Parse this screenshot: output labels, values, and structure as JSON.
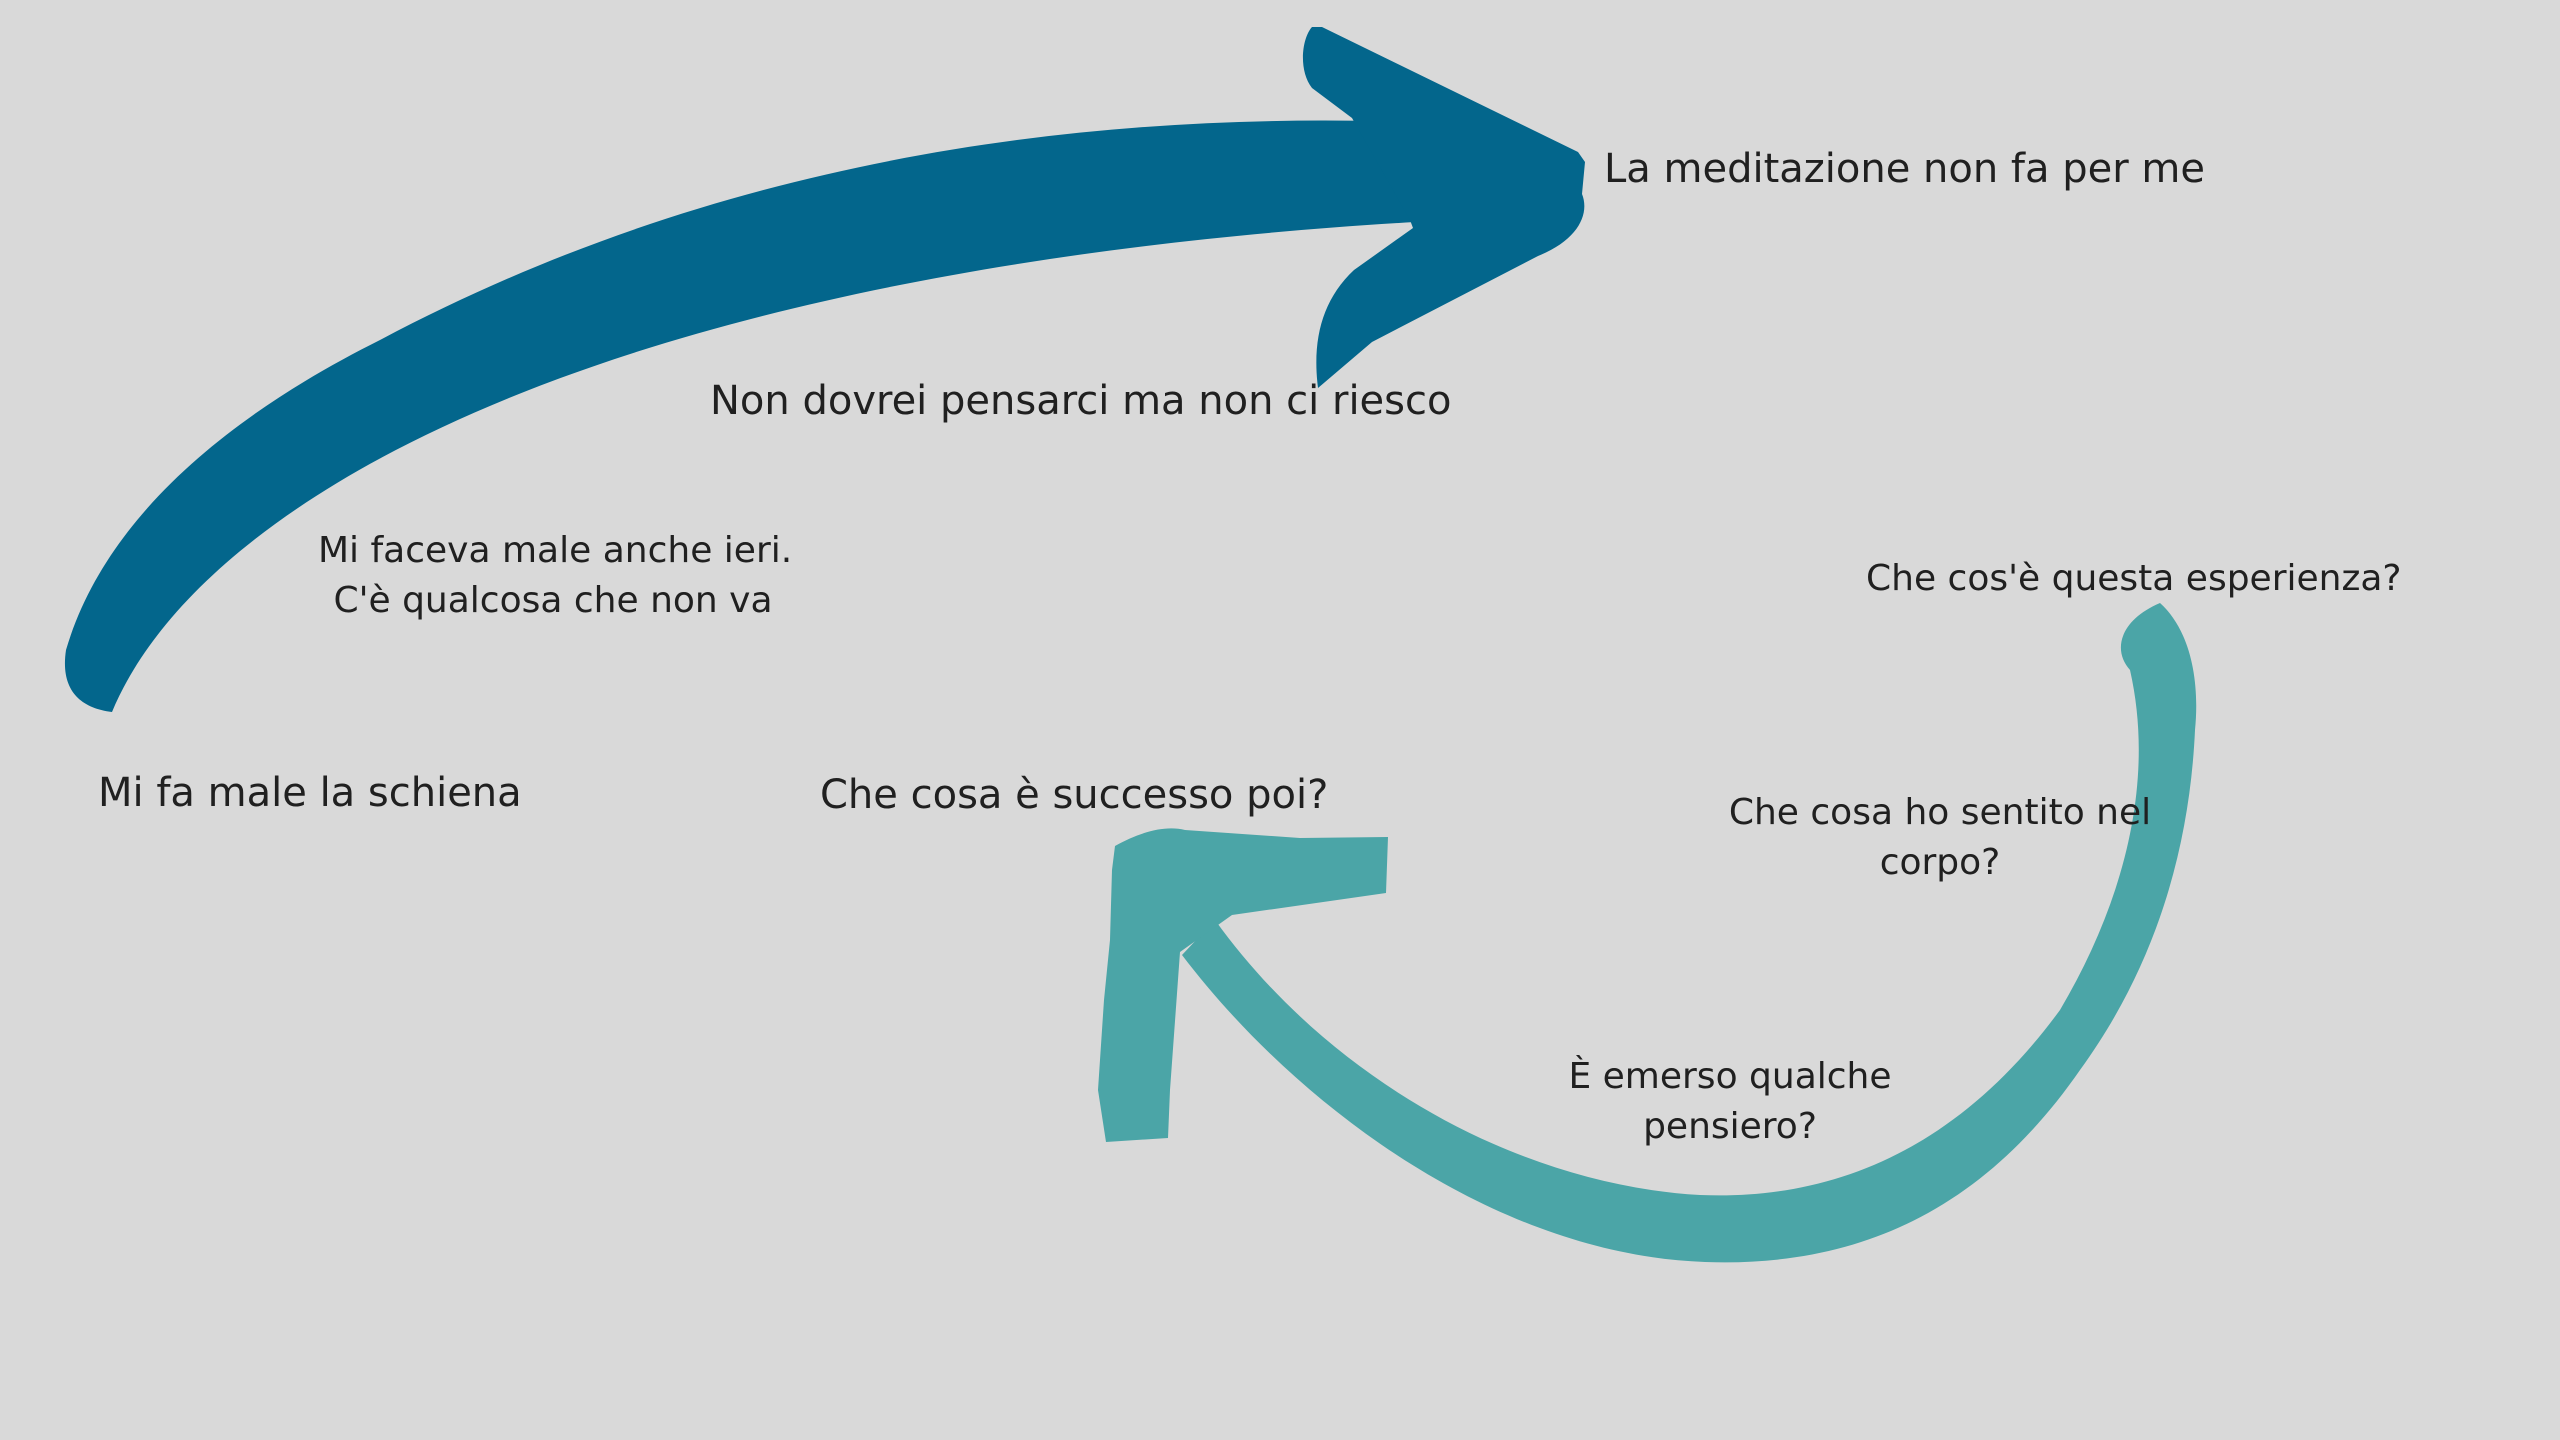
{
  "colors": {
    "background": "#d9d9d9",
    "blue_arrow": "#03668c",
    "teal_arrow": "#4ba5a7",
    "text": "#202020"
  },
  "labels": {
    "meditation": "La meditazione non fa per me",
    "thinking": "Non dovrei pensarci ma non ci riesco",
    "yesterday_line1": "Mi faceva male anche ieri.",
    "yesterday_line2": "C'è qualcosa che non va",
    "back_pain": "Mi fa male la schiena",
    "what_happened": "Che cosa è successo poi?",
    "experience": "Che cos'è questa esperienza?",
    "body_line1": "Che cosa ho sentito nel",
    "body_line2": "corpo?",
    "thought_line1": "È emerso qualche",
    "thought_line2": "pensiero?"
  }
}
